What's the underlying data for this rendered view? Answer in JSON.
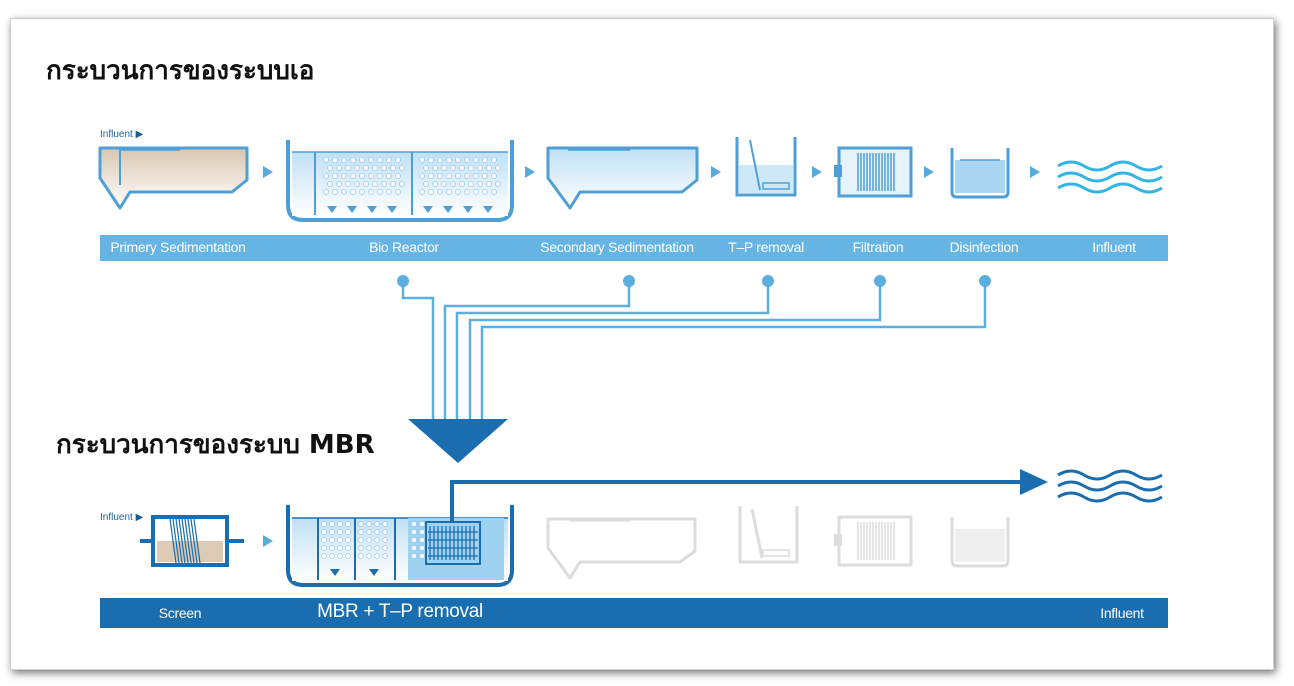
{
  "titles": {
    "conventional": "กระบวนการของระบบเอ",
    "mbr": "กระบวนการของระบบ MBR"
  },
  "conventional_stages": [
    "Primery Sedimentation",
    "Bio Reactor",
    "Secondary Sedimentation",
    "T–P removal",
    "Filtration",
    "Disinfection",
    "Influent"
  ],
  "mbr_stages": {
    "screen": "Screen",
    "mbr": "MBR + T–P removal",
    "outlet": "Influent"
  },
  "influent_marker": "Influent ▶",
  "colors": {
    "light_blue": "#66b4e3",
    "dark_blue": "#1a6eaf",
    "line_blue": "#5aaee0",
    "faded": "#d9d9d9"
  }
}
